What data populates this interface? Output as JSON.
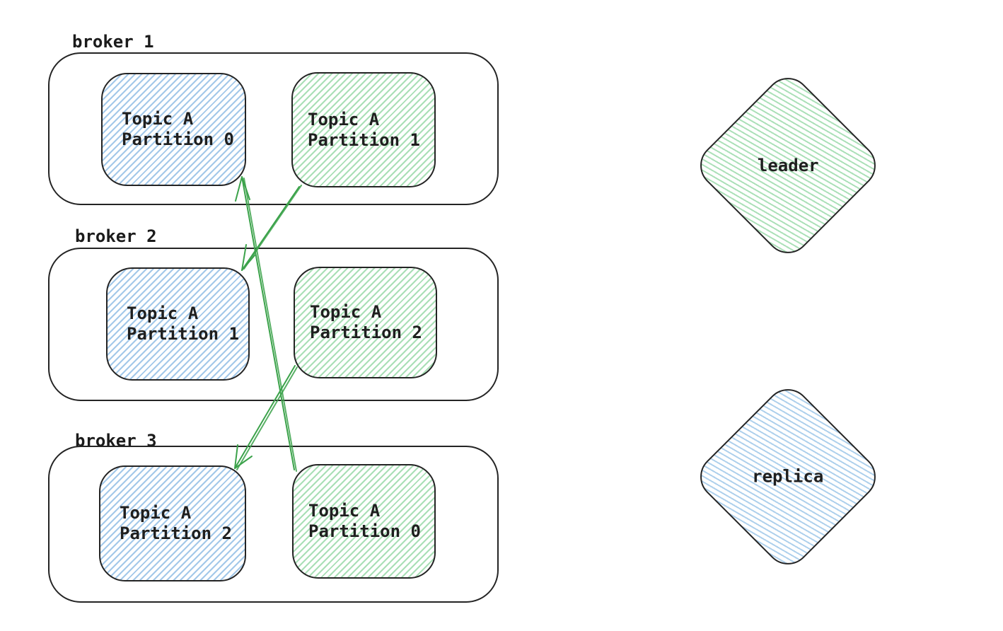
{
  "diagram": {
    "brokers": [
      {
        "label": "broker 1",
        "partitions": [
          {
            "lines": [
              "Topic A",
              "Partition 0"
            ],
            "fill": "blue",
            "role": "replica"
          },
          {
            "lines": [
              "Topic A",
              "Partition 1"
            ],
            "fill": "green",
            "role": "leader"
          }
        ]
      },
      {
        "label": "broker 2",
        "partitions": [
          {
            "lines": [
              "Topic A",
              "Partition 1"
            ],
            "fill": "blue",
            "role": "replica"
          },
          {
            "lines": [
              "Topic A",
              "Partition 2"
            ],
            "fill": "green",
            "role": "leader"
          }
        ]
      },
      {
        "label": "broker 3",
        "partitions": [
          {
            "lines": [
              "Topic A",
              "Partition 2"
            ],
            "fill": "blue",
            "role": "replica"
          },
          {
            "lines": [
              "Topic A",
              "Partition 0"
            ],
            "fill": "green",
            "role": "leader"
          }
        ]
      }
    ],
    "legend": [
      {
        "label": "leader",
        "shape": "diamond",
        "fill": "green"
      },
      {
        "label": "replica",
        "shape": "diamond",
        "fill": "blue"
      }
    ],
    "arrows": [
      {
        "from": "broker 1 / Topic A Partition 1 (leader)",
        "to": "broker 2 / Topic A Partition 1 (replica)"
      },
      {
        "from": "broker 2 / Topic A Partition 2 (leader)",
        "to": "broker 3 / Topic A Partition 2 (replica)"
      },
      {
        "from": "broker 3 / Topic A Partition 0 (leader)",
        "to": "broker 1 / Topic A Partition 0 (replica)"
      }
    ],
    "colors": {
      "outline": "#242424",
      "text": "#1b1b1b",
      "leader_hatch": "#a9dfb6",
      "replica_hatch": "#a3c8e9",
      "arrow": "#3ba24a",
      "background": "#ffffff"
    }
  }
}
